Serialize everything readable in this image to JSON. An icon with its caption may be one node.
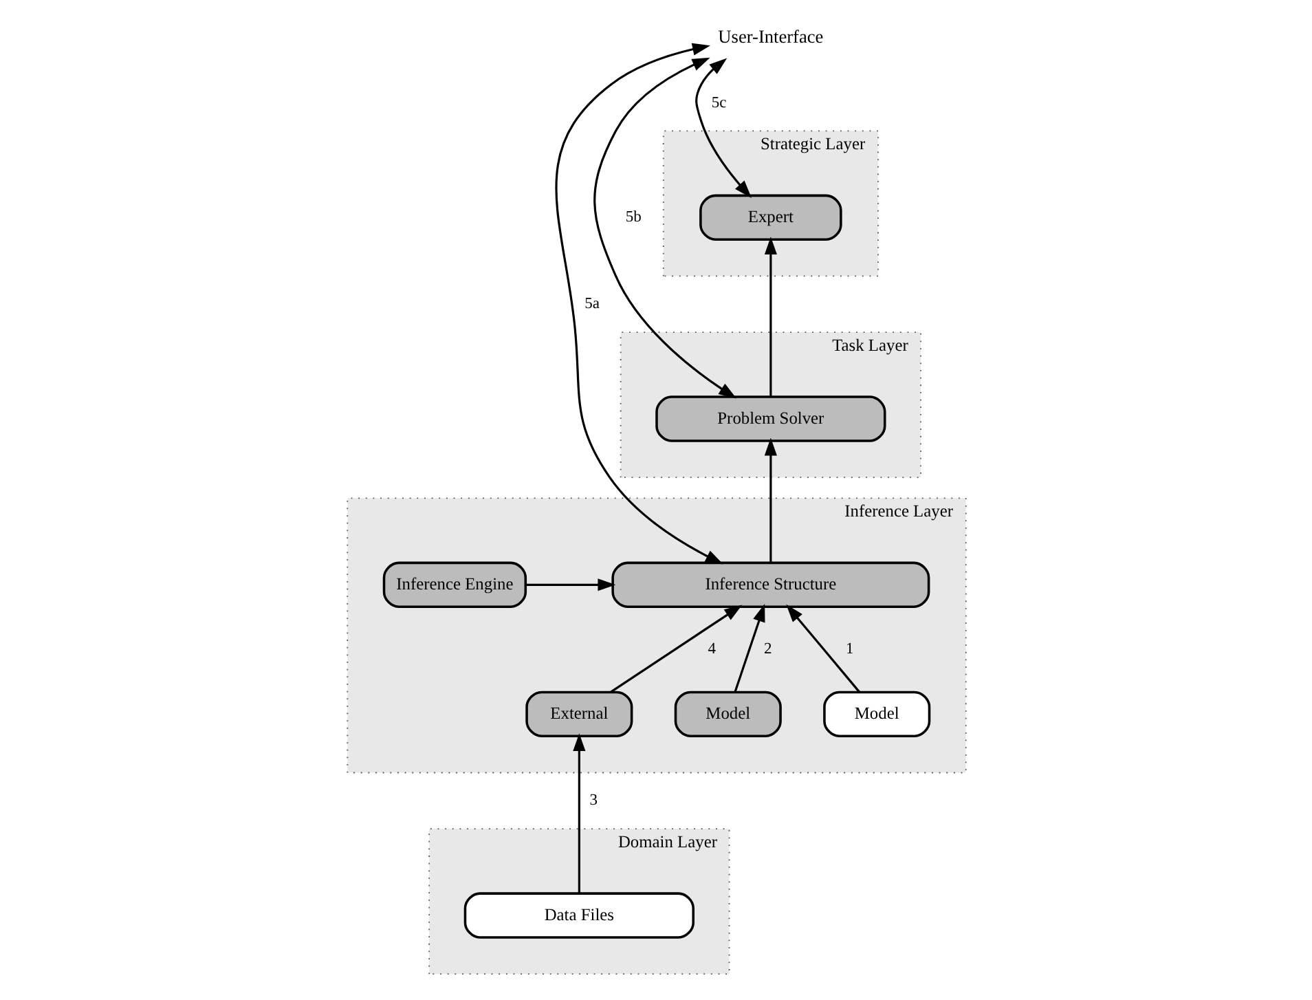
{
  "diagram": {
    "nodes": [
      {
        "text": [
          "User-Interface"
        ]
      },
      {
        "text": [
          "Strategic Layer"
        ]
      },
      {
        "text": [
          "Expert"
        ],
        "in": 1
      },
      {
        "text": [
          "Task Layer"
        ]
      },
      {
        "text": [
          "Problem Solver"
        ],
        "in": 3
      },
      {
        "text": [
          "Inference Layer"
        ]
      },
      {
        "text": [
          "Inference Structure"
        ],
        "in": 5
      },
      {
        "text": [
          "Inference Engine"
        ],
        "in": 5
      },
      {
        "text": [
          "Model"
        ],
        "in": 5
      },
      {
        "text": [
          "Model"
        ],
        "in": 5
      },
      {
        "text": [
          "External"
        ],
        "in": 5
      },
      {
        "text": [
          "Domain Layer"
        ]
      },
      {
        "text": [
          "Data Files"
        ],
        "in": 11
      }
    ],
    "edges": [
      {
        "from": 0,
        "to": 6,
        "arrow": "both",
        "label": "5a"
      },
      {
        "from": 0,
        "to": 4,
        "arrow": "both",
        "label": "5b"
      },
      {
        "from": 0,
        "to": 2,
        "arrow": "both",
        "label": "5c"
      },
      {
        "from": 4,
        "to": 2,
        "arrow": "to"
      },
      {
        "from": 6,
        "to": 4,
        "arrow": "to"
      },
      {
        "from": 7,
        "to": 6,
        "arrow": "to"
      },
      {
        "from": 8,
        "to": 6,
        "arrow": "to",
        "label": "1"
      },
      {
        "from": 9,
        "to": 6,
        "arrow": "to",
        "label": "2"
      },
      {
        "from": 10,
        "to": 6,
        "arrow": "to",
        "label": "4"
      },
      {
        "from": 12,
        "to": 10,
        "arrow": "to",
        "label": "3"
      }
    ]
  }
}
